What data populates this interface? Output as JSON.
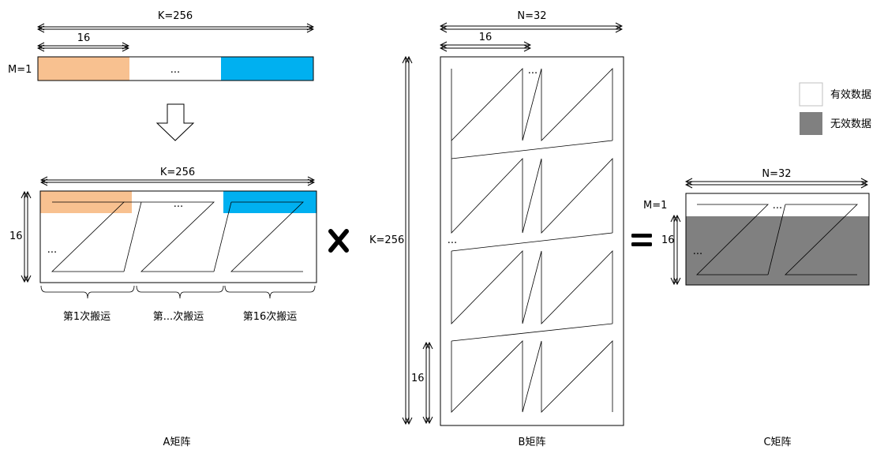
{
  "colors": {
    "orange": "#f8c190",
    "blue": "#00b0f0",
    "invalid": "#808080",
    "valid": "#ffffff"
  },
  "a": {
    "k_top": "K=256",
    "k_mid": "K=256",
    "w16": "16",
    "m1": "M=1",
    "h16": "16",
    "dots": "...",
    "brace1": "第1次搬运",
    "brace2": "第...次搬运",
    "brace3": "第16次搬运",
    "caption": "A矩阵"
  },
  "b": {
    "n": "N=32",
    "w16": "16",
    "k": "K=256",
    "h16": "16",
    "dots": "...",
    "caption": "B矩阵"
  },
  "c": {
    "n": "N=32",
    "m1": "M=1",
    "h16": "16",
    "dots": "...",
    "caption": "C矩阵"
  },
  "legend": {
    "valid": "有效数据",
    "invalid": "无效数据"
  }
}
